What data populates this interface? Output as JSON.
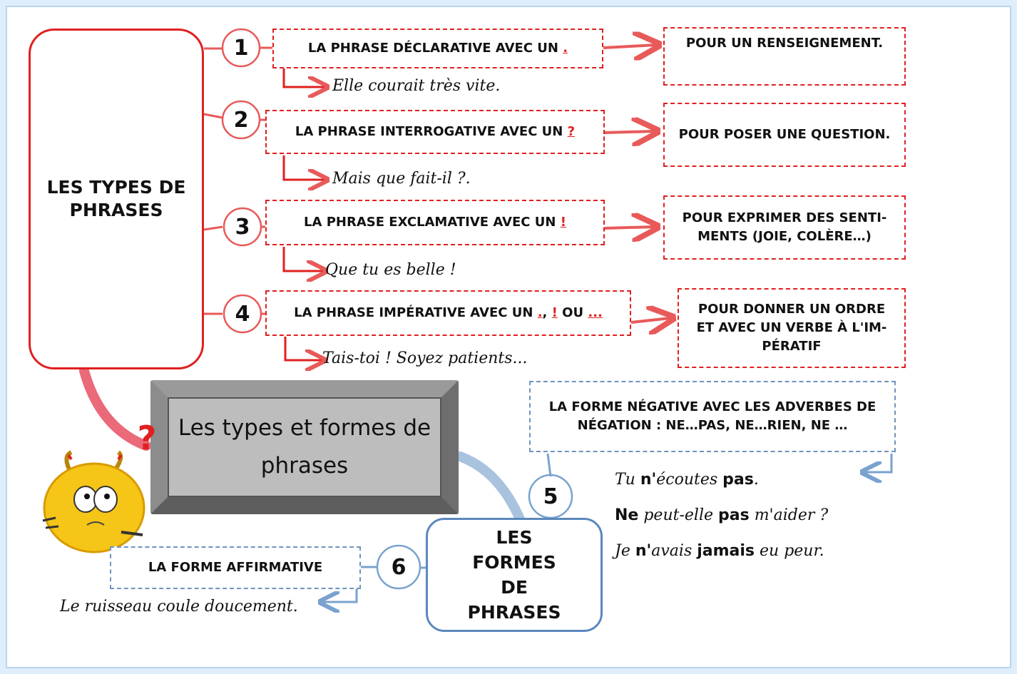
{
  "center": {
    "title": "Les types et formes de phrases"
  },
  "types": {
    "label": "LES TYPES DE PHRASES",
    "items": [
      {
        "number": "1",
        "rule": "LA PHRASE DÉCLARATIVE AVEC UN",
        "punct": ".",
        "purpose": "POUR UN RENSEIGNEMENT.",
        "example": "Elle courait très vite."
      },
      {
        "number": "2",
        "rule": "LA PHRASE INTERROGATIVE AVEC UN",
        "punct": "?",
        "purpose": "POUR POSER UNE QUESTION.",
        "example": "Mais que fait-il ?."
      },
      {
        "number": "3",
        "rule": "LA PHRASE EXCLAMATIVE AVEC UN",
        "punct": "!",
        "purpose": "POUR EXPRIMER DES SENTI- MENTS (JOIE, COLÈRE…)",
        "example": "Que tu es belle !"
      },
      {
        "number": "4",
        "rule": "LA PHRASE IMPÉRATIVE AVEC UN",
        "punct_a": ".",
        "sep1": ",",
        "punct_b": "!",
        "sep2": "OU",
        "punct_c": "...",
        "purpose": "POUR DONNER UN ORDRE ET AVEC UN VERBE À L'IM- PÉRATIF",
        "example": "Tais-toi ! Soyez patients..."
      }
    ]
  },
  "forms": {
    "label": "LES FORMES DE PHRASES",
    "negative": {
      "number": "5",
      "rule": "LA FORME NÉGATIVE AVEC LES ADVERBES DE NÉGATION : NE…PAS, NE…RIEN, NE …",
      "examples": [
        {
          "a": "Tu ",
          "b": "n'",
          "c": "écoutes ",
          "d": "pas",
          "e": "."
        },
        {
          "a": "",
          "b": "Ne",
          "c": " peut-elle ",
          "d": "pas",
          "e": " m'aider ?"
        },
        {
          "a": "Je ",
          "b": "n'",
          "c": "avais ",
          "d": "jamais",
          "e": " eu peur."
        }
      ]
    },
    "affirmative": {
      "number": "6",
      "rule": "LA FORME AFFIRMATIVE",
      "example": "Le ruisseau coule doucement."
    }
  },
  "colors": {
    "types": "#e02020",
    "forms": "#5b88bd",
    "center": "#c4c4c4"
  },
  "icons": {
    "mascot": "yellow-monster-icon",
    "question": "question-mark-icon"
  }
}
